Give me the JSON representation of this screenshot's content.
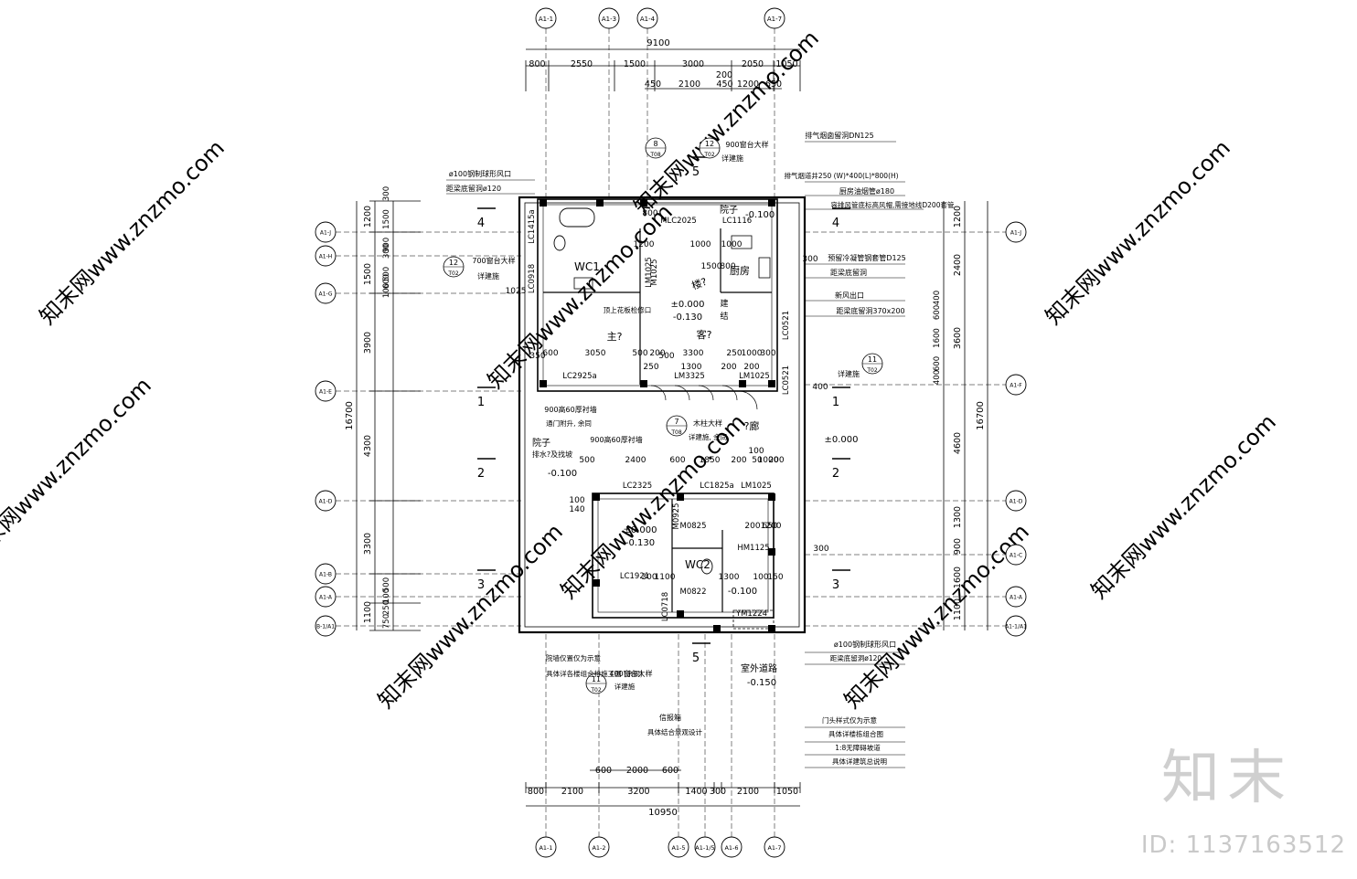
{
  "axes_top": [
    "A1-1",
    "A1-3",
    "A1-4",
    "A1-7"
  ],
  "axes_bottom": [
    "A1-1",
    "A1-2",
    "A1-5",
    "A1-1/5",
    "A1-6",
    "A1-7"
  ],
  "axes_left": [
    "A1-J",
    "A1-H",
    "A1-G",
    "A1-E",
    "A1-D",
    "A1-B",
    "A1-A",
    "B-1/A1"
  ],
  "axes_right": [
    "A1-J",
    "A1-F",
    "A1-D",
    "A1-C",
    "A1-A",
    "A1-1/A1"
  ],
  "dims_top_total": "9100",
  "dims_top_row1": [
    "800",
    "2550",
    "1500",
    "3000",
    "2050",
    "1050"
  ],
  "dims_top_row2": [
    "450",
    "2100",
    "450",
    "1200",
    "650"
  ],
  "dims_top_200": "200",
  "dims_bottom_total": "10950",
  "dims_bottom_row1": [
    "800",
    "2100",
    "3200",
    "1400",
    "300",
    "2100",
    "1050"
  ],
  "dims_bottom_row2": [
    "600",
    "2000",
    "600"
  ],
  "dims_left_total": "16700",
  "dims_left_main": [
    "1200",
    "1500",
    "3900",
    "4300",
    "3300",
    "1100"
  ],
  "dims_left_sub": [
    "300",
    "1500",
    "900",
    "300",
    "500",
    "600",
    "100",
    "500",
    "100",
    "250",
    "750"
  ],
  "dims_right_total": "16700",
  "dims_right_main": [
    "1200",
    "2400",
    "3600",
    "4600",
    "1300",
    "900",
    "1600",
    "1100"
  ],
  "dims_right_sub": [
    "400",
    "600",
    "1600",
    "600",
    "400"
  ],
  "rooms": {
    "wc1": "WC1",
    "wc2": "WC2",
    "kitchen": "厨房",
    "courtyard_top": "院子",
    "courtyard_mid": "院子",
    "living": "客?",
    "master": "主?",
    "corridor": "?廊",
    "stair": "楼?",
    "outdoor": "室外道路"
  },
  "levels": {
    "l1": "±0.000",
    "l1b": "-0.130",
    "l1c": "建",
    "l1d": "结",
    "l2": "±0.000",
    "l2b": "-0.130",
    "l3": "±0.000",
    "top_yard": "-0.100",
    "mid_yard": "-0.100",
    "bottom_yard": "-0.100",
    "outdoor": "-0.150"
  },
  "openings": [
    "LC1415a",
    "LC0918",
    "MLC2025",
    "LC1116",
    "LM1025",
    "M1025",
    "LC0521",
    "LC2925a",
    "LM3325",
    "LM1025",
    "LC0521",
    "LC2325",
    "LC1825a",
    "LM1025",
    "M0825",
    "M0925",
    "HM1125",
    "LC1921",
    "M0822",
    "LC0718",
    "YM1224"
  ],
  "callouts": {
    "c1a": "ø100钢制球形风口",
    "c1b": "距梁底留洞ø120",
    "c2a": "900窗台大样",
    "c2b": "详建施",
    "c3a": "700窗台大样",
    "c3b": "详建施",
    "c4": "排气烟囱留洞DN125",
    "c5": "排气烟道井250 (W)*400(L)*800(H)",
    "c6": "厨房油烟管ø180",
    "c7": "容排风管底标高风帽,需接地线D200套管",
    "c8a": "预留冷凝管钢套管D125",
    "c8b": "距梁底留洞",
    "c9a": "新风出口",
    "c9b": "距梁底留洞370x200",
    "c10": "顶上花板检修口",
    "c11": "详建施",
    "c12a": "900高60厚衬墙",
    "c12b": "通门附升, 余同",
    "c13a": "木柱大样",
    "c13b": "详建施, 余同",
    "c14": "900高60厚衬墙",
    "c15": "排水?及找坡",
    "c16a": "院墙仅置仅为示意",
    "c16b": "具体详各楼组合排施工图 (余同)",
    "c17a": "400窗台大样",
    "c17b": "详建施",
    "c18a": "信报箱",
    "c18b": "具体结合景观设计",
    "c19a": "门头样式仅为示意",
    "c19b": "具体详楼栋组合图",
    "c19c": "1:8无障碍坡道",
    "c19d": "具体详建筑总说明",
    "c20a": "ø100钢制球形风口",
    "c20b": "距梁底留洞ø120"
  },
  "detail_marks": [
    {
      "num": "8",
      "sheet": "T08"
    },
    {
      "num": "12",
      "sheet": "T02"
    },
    {
      "num": "12",
      "sheet": "T02"
    },
    {
      "num": "11",
      "sheet": "T02"
    },
    {
      "num": "7",
      "sheet": "T08"
    },
    {
      "num": "11",
      "sheet": "T02"
    }
  ],
  "section_marks": [
    "4",
    "4",
    "1",
    "1",
    "2",
    "2",
    "3",
    "3",
    "5",
    "5"
  ],
  "inner_dims": [
    "600",
    "3050",
    "500",
    "200",
    "3300",
    "250",
    "1000",
    "300",
    "200",
    "200",
    "250",
    "500",
    "2400",
    "600",
    "1850",
    "200",
    "50",
    "1000",
    "200",
    "100",
    "1200",
    "200",
    "650",
    "1300",
    "100",
    "150",
    "100",
    "140",
    "1000",
    "1200",
    "800",
    "1500",
    "1000",
    "800",
    "1025",
    "300",
    "400",
    "300",
    "350",
    "500",
    "1300",
    "300",
    "1100"
  ],
  "watermark": "知末网www.znzmo.com",
  "logo": "知末",
  "id_label": "ID: 1137163512"
}
